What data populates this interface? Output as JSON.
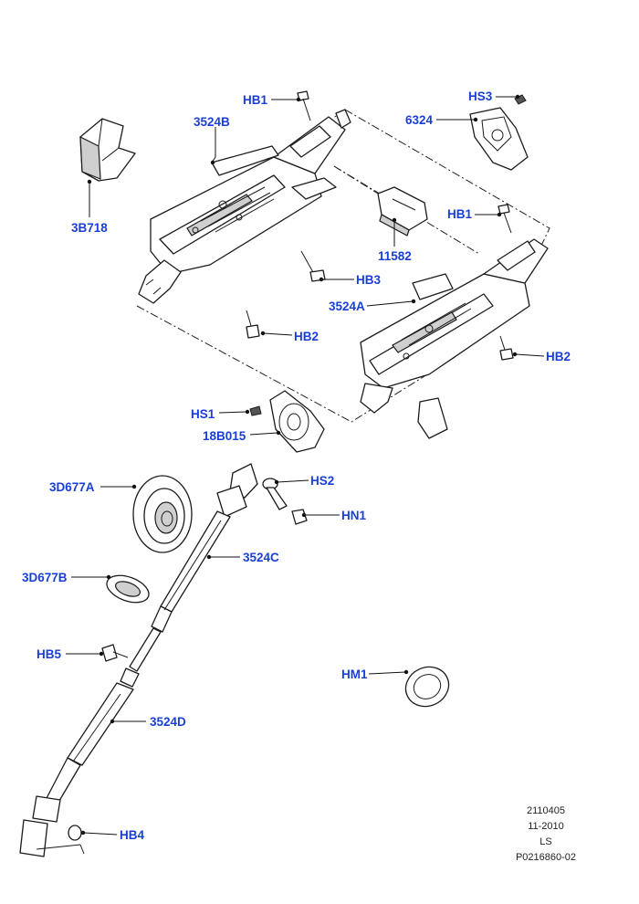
{
  "labels": {
    "hb1_top": "HB1",
    "hs3": "HS3",
    "p3524b": "3524B",
    "p6324": "6324",
    "p3b718": "3B718",
    "hb1_right": "HB1",
    "p11582": "11582",
    "hb3": "HB3",
    "p3524a": "3524A",
    "hb2_left": "HB2",
    "hb2_right": "HB2",
    "hs1": "HS1",
    "p18b015": "18B015",
    "hs2": "HS2",
    "p3d677a": "3D677A",
    "hn1": "HN1",
    "p3524c": "3524C",
    "p3d677b": "3D677B",
    "hb5": "HB5",
    "hm1": "HM1",
    "p3524d": "3524D",
    "hb4": "HB4"
  },
  "meta": {
    "line1": "2110405",
    "line2": "11-2010",
    "line3": "LS",
    "line4": "P0216860-02"
  },
  "colors": {
    "label": "#1a3fd8",
    "line": "#1b1b1b"
  }
}
